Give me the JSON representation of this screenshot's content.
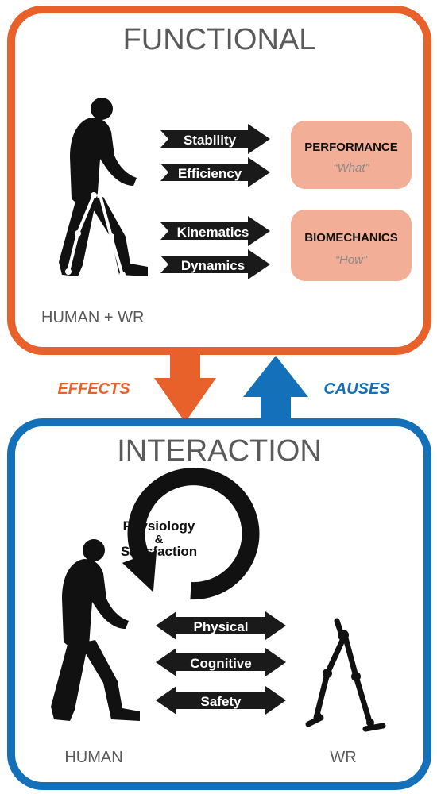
{
  "colors": {
    "functional_border": "#E8602A",
    "interaction_border": "#1470B8",
    "effects": "#E8602A",
    "causes": "#1470B8",
    "outcome_box": "#F2AE96",
    "arrow_fill": "#1a1a1a",
    "silhouette": "#111111"
  },
  "functional": {
    "title": "FUNCTIONAL",
    "arrows": [
      "Stability",
      "Efficiency",
      "Kinematics",
      "Dynamics"
    ],
    "outcomes": [
      {
        "title": "PERFORMANCE",
        "subtitle": "“What”"
      },
      {
        "title": "BIOMECHANICS",
        "subtitle": "“How”"
      }
    ],
    "caption": "HUMAN + WR",
    "icons": [
      "walking-human-with-exoskeleton-icon"
    ]
  },
  "connectors": {
    "effects_label": "EFFECTS",
    "causes_label": "CAUSES"
  },
  "interaction": {
    "title": "INTERACTION",
    "cycle_label_line1": "Physiology",
    "cycle_label_line2": "&",
    "cycle_label_line3": "Satisfaction",
    "double_arrows": [
      "Physical",
      "Cognitive",
      "Safety"
    ],
    "human_caption": "HUMAN",
    "wr_caption": "WR",
    "icons": [
      "walking-human-icon",
      "wearable-robot-icon",
      "circular-arrow-icon"
    ]
  }
}
